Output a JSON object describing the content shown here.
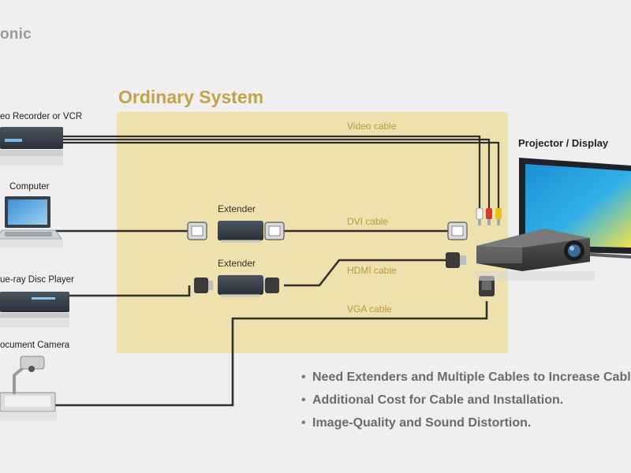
{
  "brand": {
    "text": "onic"
  },
  "section": {
    "title": "Ordinary System"
  },
  "devices": {
    "vcr": "eo Recorder or VCR",
    "computer": "Computer",
    "bluray": "ue-ray Disc Player",
    "doc_camera": "ocument Camera"
  },
  "extenders": {
    "top": "Extender",
    "bottom": "Extender"
  },
  "cables": {
    "video": "Video cable",
    "dvi": "DVI cable",
    "hdmi": "HDMI cable",
    "vga": "VGA cable"
  },
  "output": {
    "label": "Projector / Display"
  },
  "bullets": [
    "Need Extenders and Multiple Cables to Increase Cable",
    "Additional Cost for Cable and Installation.",
    "Image-Quality and Sound Distortion."
  ],
  "colors": {
    "panel": "#eee1ae",
    "title": "#c2a448",
    "cable_label": "#b89a3c",
    "cable": "#2f2f2f",
    "video_red": "#d23a2a",
    "video_yellow": "#e8c21a",
    "video_white": "#f4f4f4"
  }
}
